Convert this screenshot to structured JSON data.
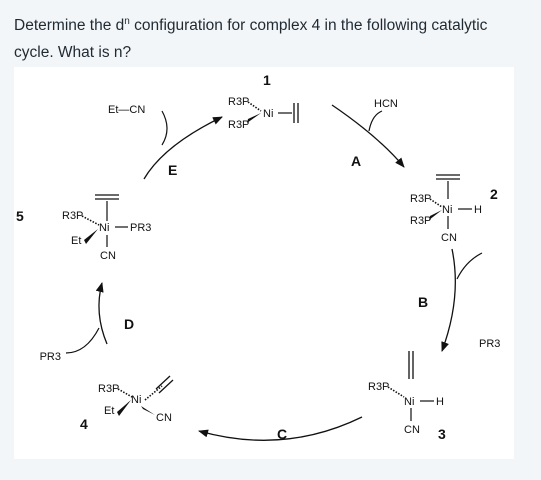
{
  "question": {
    "prefix": "Determine the d",
    "superscript": "n",
    "suffix": " configuration for complex 4 in the following catalytic cycle.  What is n?"
  },
  "diagram": {
    "reagents": {
      "hcn": "HCN",
      "et_cn": "Et—CN",
      "pr3_in": "PR3",
      "pr3_out": "PR3"
    },
    "steps": {
      "a": "A",
      "b": "B",
      "c": "C",
      "d": "D",
      "e": "E"
    },
    "complexes": {
      "c1": {
        "number": "1",
        "l1": "R3P",
        "l2": "R3P",
        "metal": "Ni"
      },
      "c2": {
        "number": "2",
        "l1": "R3P",
        "l2": "R3P",
        "metal": "Ni",
        "h": "H",
        "cn": "CN"
      },
      "c3": {
        "number": "3",
        "l1": "R3P",
        "metal": "Ni",
        "h": "H",
        "cn": "CN"
      },
      "c4": {
        "number": "4",
        "l1": "R3P",
        "metal": "Ni",
        "et": "Et",
        "cn": "CN"
      },
      "c5": {
        "number": "5",
        "l1": "R3P",
        "metal": "Ni",
        "pr3": "PR3",
        "et": "Et",
        "cn": "CN"
      }
    }
  }
}
